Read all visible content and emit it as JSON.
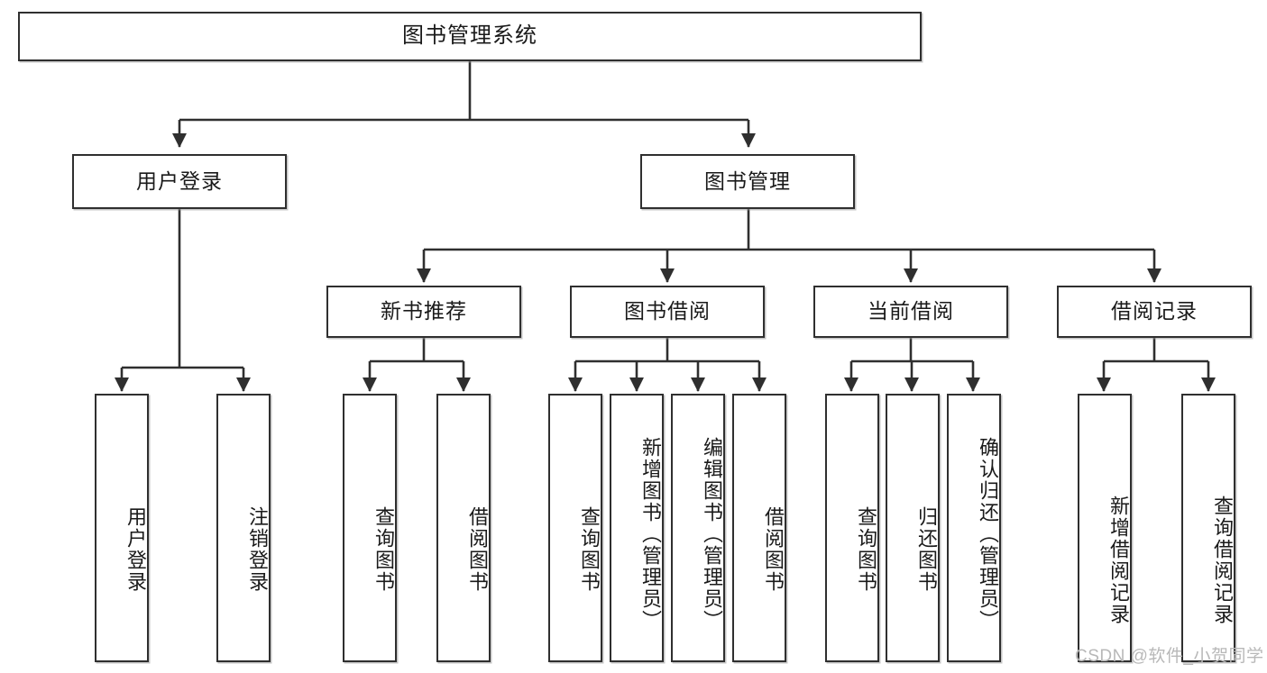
{
  "diagram": {
    "type": "tree-hierarchy-chart",
    "title": "图书管理系统",
    "level2": [
      {
        "id": "user-login",
        "label": "用户登录"
      },
      {
        "id": "book-management",
        "label": "图书管理"
      }
    ],
    "level3": [
      {
        "id": "new-book-recommend",
        "label": "新书推荐"
      },
      {
        "id": "book-borrow",
        "label": "图书借阅"
      },
      {
        "id": "current-borrow",
        "label": "当前借阅"
      },
      {
        "id": "borrow-record",
        "label": "借阅记录"
      }
    ],
    "leaves": {
      "user_login": [
        {
          "id": "leaf-user-login",
          "label": "用户登录"
        },
        {
          "id": "leaf-logout",
          "label": "注销登录"
        }
      ],
      "new_book_recommend": [
        {
          "id": "leaf-query-book-1",
          "label": "查询图书"
        },
        {
          "id": "leaf-borrow-book-1",
          "label": "借阅图书"
        }
      ],
      "book_borrow": [
        {
          "id": "leaf-query-book-2",
          "label": "查询图书"
        },
        {
          "id": "leaf-add-book",
          "label": "新增图书（管理员）"
        },
        {
          "id": "leaf-edit-book",
          "label": "编辑图书（管理员）"
        },
        {
          "id": "leaf-borrow-book-2",
          "label": "借阅图书"
        }
      ],
      "current_borrow": [
        {
          "id": "leaf-query-book-3",
          "label": "查询图书"
        },
        {
          "id": "leaf-return-book",
          "label": "归还图书"
        },
        {
          "id": "leaf-confirm-return",
          "label": "确认归还（管理员）"
        }
      ],
      "borrow_record": [
        {
          "id": "leaf-add-record",
          "label": "新增借阅记录"
        },
        {
          "id": "leaf-query-record",
          "label": "查询借阅记录"
        }
      ]
    }
  },
  "watermark": {
    "text": "CSDN @软件_小贺同学"
  },
  "colors": {
    "stroke": "#2f2f2f",
    "background": "#ffffff",
    "text": "#1a1a1a",
    "watermark": "#b8b8b8"
  }
}
